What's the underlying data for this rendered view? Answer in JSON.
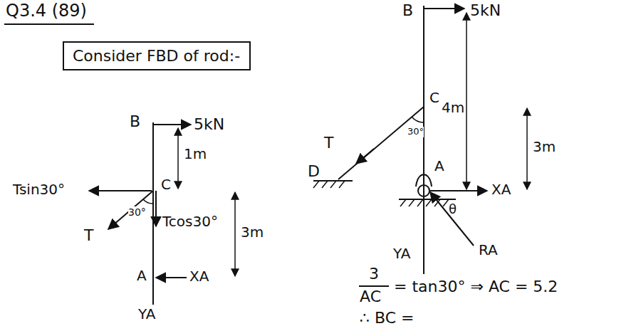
{
  "diagram": {
    "nodes": [
      {
        "text": [
          "Consider FBD of rod:-"
        ]
      }
    ],
    "labels": [
      "Q3.4 (89)",
      "B",
      "5kN",
      "1m",
      "Tsin30°",
      "C",
      "30°",
      "T",
      "Tcos30°",
      "3m",
      "A",
      "XA",
      "YA",
      "B",
      "5kN",
      "C",
      "4m",
      "3m",
      "T",
      "30°",
      "D",
      "A",
      "XA",
      "θ",
      "RA",
      "YA",
      "3",
      "AC",
      "= tan30° ⇒ AC = 5.2",
      "∴ BC ="
    ]
  }
}
